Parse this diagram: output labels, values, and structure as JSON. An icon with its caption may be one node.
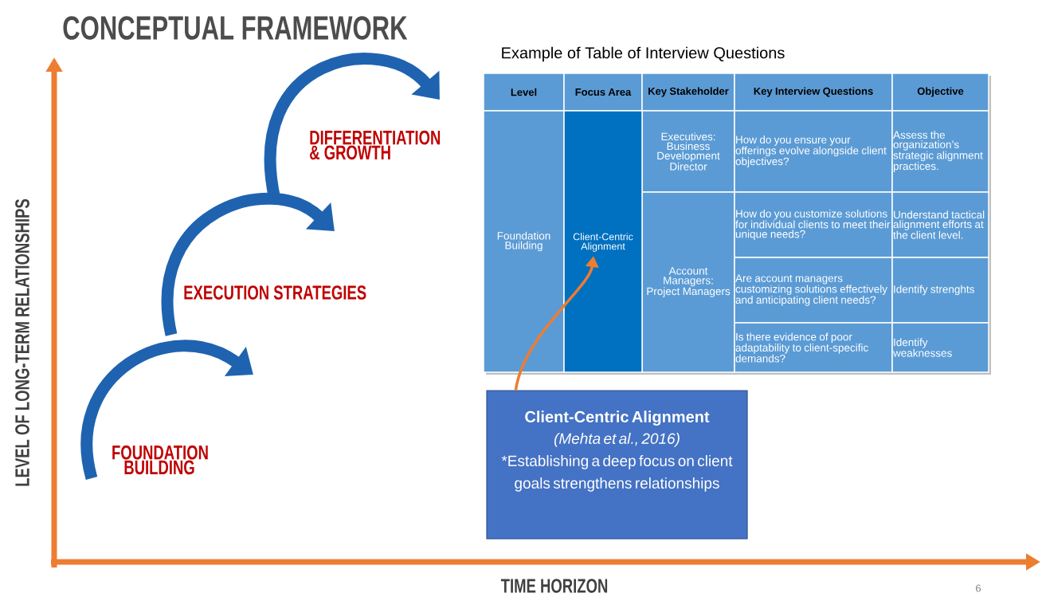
{
  "diagram": {
    "title": "CONCEPTUAL FRAMEWORK",
    "nodes": [
      {
        "text": [
          "Client-Centric Alignment"
        ]
      },
      {
        "text": [
          "Client-Centric Alignment",
          "(Mehta et al., 2016)",
          "*Establishing a deep focus on client goals strengthens relationships"
        ]
      }
    ],
    "edges": [
      {
        "from": 1,
        "to": 0,
        "arrow": "to"
      }
    ],
    "labels": [
      "Example of Table of Interview Questions",
      "Level",
      "Focus Area",
      "Key Stakeholder",
      "Key Interview Questions",
      "Objective",
      "Foundation Building",
      "Executives: Business Development Director",
      "How do you ensure your offerings evolve alongside client objectives?",
      "Assess the organization’s strategic alignment practices.",
      "Account Managers: Project Managers",
      "How do you customize solutions for individual clients to meet their unique needs?",
      "Understand tactical alignment efforts at the client level.",
      "Are account managers customizing solutions effectively and anticipating client needs?",
      "Identify strenghts",
      "Is there evidence of poor adaptability to client-specific demands?",
      "Identify weaknesses",
      "DIFFERENTIATION & GROWTH",
      "EXECUTION STRATEGIES",
      "FOUNDATION BUILDING",
      "LEVEL OF LONG-TERM RELATIONSHIPS",
      "TIME HORIZON",
      "6"
    ]
  }
}
